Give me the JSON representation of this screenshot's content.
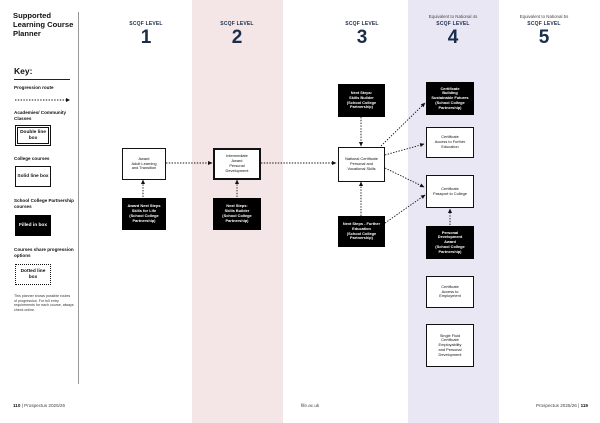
{
  "title": "Supported Learning Course Planner",
  "key": {
    "heading": "Key:",
    "progression_route": "Progression route",
    "academies_label": "Academies/ Community Classes",
    "double_box": "Double line box",
    "college_label": "College courses",
    "solid_box": "Solid line box",
    "partnership_label": "School College Partnership courses",
    "filled_box": "Filled in box",
    "shared_label": "Courses share progression options",
    "dotted_box": "Dotted line box",
    "note": "This planner shows possible routes of progression. For full entry requirements for each course, always check online."
  },
  "columns": [
    {
      "equiv": "",
      "label": "SCQF LEVEL",
      "num": "1",
      "bg": "#ffffff"
    },
    {
      "equiv": "",
      "label": "SCQF LEVEL",
      "num": "2",
      "bg": "#f4e6e6"
    },
    {
      "equiv": "",
      "label": "SCQF LEVEL",
      "num": "3",
      "bg": "#ffffff"
    },
    {
      "equiv": "Equivalent to National 4s",
      "label": "SCQF LEVEL",
      "num": "4",
      "bg": "#eae7f5"
    },
    {
      "equiv": "Equivalent to National 5s",
      "label": "SCQF LEVEL",
      "num": "5",
      "bg": "#ffffff"
    }
  ],
  "courses": {
    "award_adult": "Award\nAdult Learning\nand Transition",
    "next_steps_life": "Award Next Steps\nSkills for Life\n(School College\nPartnership)",
    "intermediate": "Intermediate\nAward\nPersonal\nDevelopment",
    "next_steps_builder_2": "Next Steps:\nSkills Builder\n(School College\nPartnership)",
    "next_steps_builder_3": "Next Steps:\nSkills Builder\n(School College\nPartnership)",
    "national_cert": "National Certificate\nPersonal and\nVocational Skills",
    "next_steps_further": "Next Steps - Further\nEducation\n(School College\nPartnership)",
    "cert_building": "Certificate\nBuilding\nSustainable Futures\n(School College\nPartnership)",
    "cert_access_fe": "Certificate\nAccess to Further\nEducation",
    "cert_passport": "Certificate\nPassport to College",
    "personal_dev": "Personal\nDevelopment\nAward\n(School College\nPartnership)",
    "cert_access_emp": "Certificate\nAccess to\nEmployment",
    "single_fluid": "Single Fluid\nCertificate\nEmployability\nand Personal\nDevelopment"
  },
  "footer": {
    "left_page": "110",
    "left_text": "Prospectus 2025/26",
    "center": "fife.ac.uk",
    "right_text": "Prospectus 2025/26",
    "right_page": "119"
  }
}
